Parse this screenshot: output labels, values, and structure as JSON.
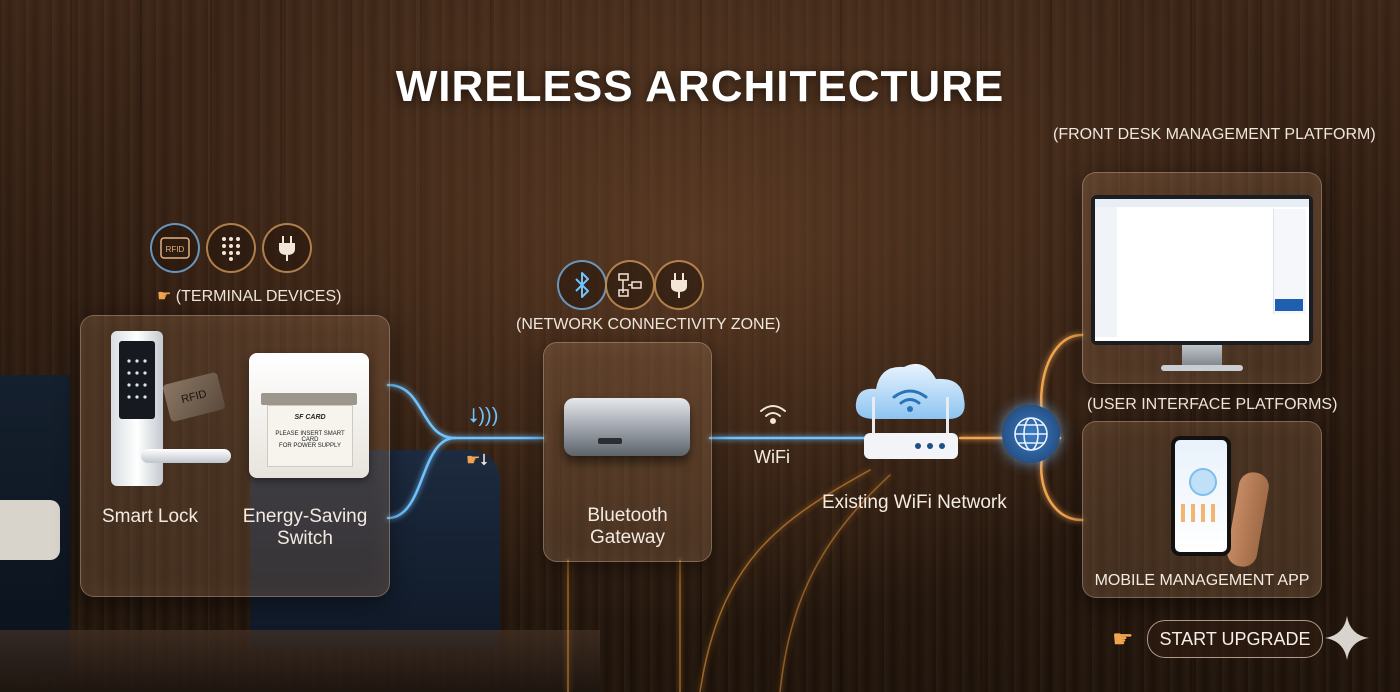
{
  "title": "WIRELESS ARCHITECTURE",
  "terminal": {
    "caption": "(TERMINAL DEVICES)",
    "lock_label": "Smart Lock",
    "switch_label_1": "Energy-Saving",
    "switch_label_2": "Switch",
    "card_text": "RFID",
    "switch_card_brand": "SF CARD",
    "switch_card_line1": "PLEASE INSERT SMART CARD",
    "switch_card_line2": "FOR POWER SUPPLY",
    "icons": [
      "rfid-card-icon",
      "keypad-icon",
      "power-plug-icon"
    ],
    "rfid_icon_text": "RFID"
  },
  "network": {
    "caption": "(NETWORK CONNECTIVITY ZONE)",
    "gateway_label_1": "Bluetooth",
    "gateway_label_2": "Gateway",
    "icons": [
      "bluetooth-icon",
      "network-nodes-icon",
      "power-plug-icon"
    ]
  },
  "wifi": {
    "link_label": "WiFi",
    "network_label": "Existing WiFi Network"
  },
  "platforms": {
    "front_desk_caption": "(FRONT DESK MANAGEMENT PLATFORM)",
    "ui_caption": "(USER INTERFACE PLATFORMS)",
    "mobile_label": "MOBILE MANAGEMENT APP"
  },
  "cta": {
    "label": "START UPGRADE"
  },
  "colors": {
    "blue_glow": "#6fc3ff",
    "orange_glow": "#f0a450",
    "title": "#ffffff"
  }
}
